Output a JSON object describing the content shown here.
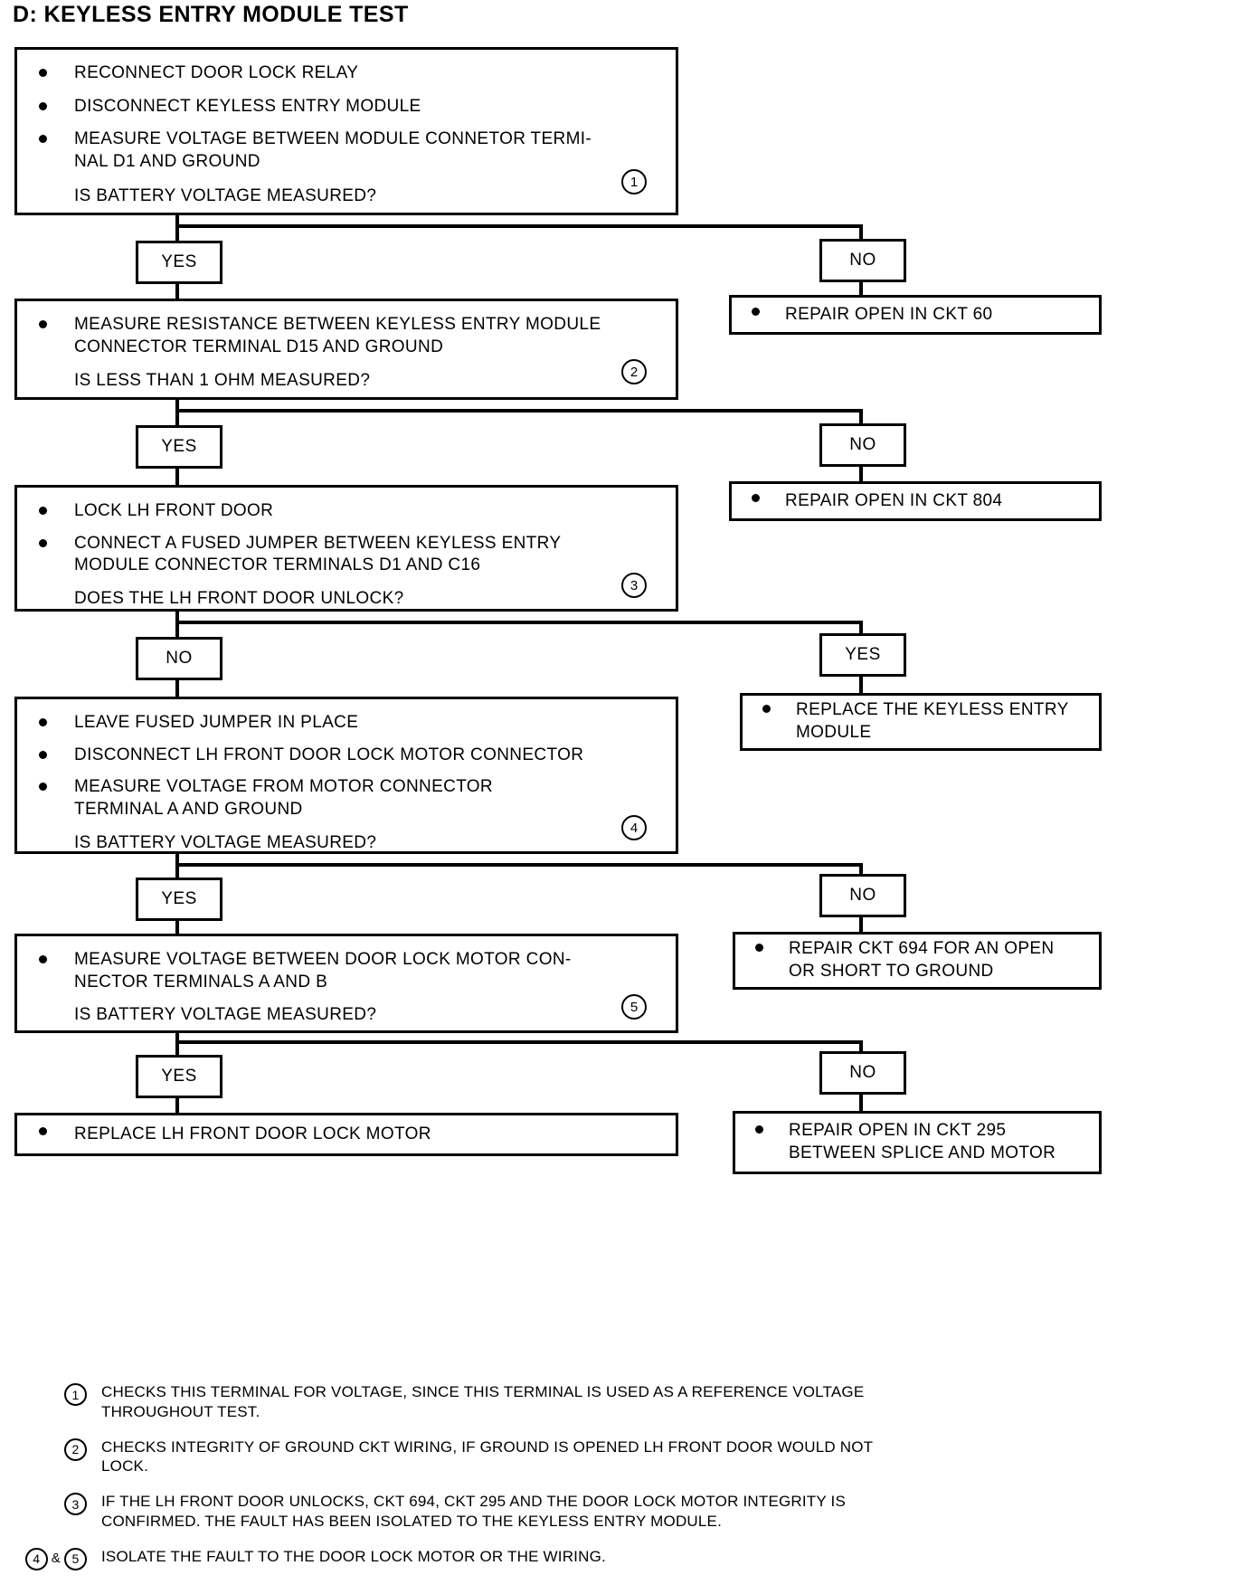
{
  "title": "D: KEYLESS ENTRY MODULE TEST",
  "steps": [
    {
      "id": "step-1",
      "bullets": [
        "RECONNECT DOOR LOCK RELAY",
        "DISCONNECT KEYLESS ENTRY MODULE",
        "MEASURE VOLTAGE BETWEEN MODULE CONNETOR TERMI-\nNAL D1 AND GROUND"
      ],
      "question": "IS BATTERY VOLTAGE MEASURED?",
      "ref": "1",
      "left_branch": "YES",
      "right_branch": "NO",
      "right_result": "REPAIR OPEN IN CKT 60"
    },
    {
      "id": "step-2",
      "bullets": [
        "MEASURE  RESISTANCE BETWEEN KEYLESS ENTRY MODULE\nCONNECTOR TERMINAL D15 AND GROUND"
      ],
      "question": "IS LESS THAN 1 OHM MEASURED?",
      "ref": "2",
      "left_branch": "YES",
      "right_branch": "NO",
      "right_result": "REPAIR OPEN IN CKT 804"
    },
    {
      "id": "step-3",
      "bullets": [
        "LOCK LH FRONT DOOR",
        "CONNECT A FUSED JUMPER BETWEEN KEYLESS ENTRY\nMODULE CONNECTOR TERMINALS D1 AND C16"
      ],
      "question": "DOES THE LH FRONT DOOR UNLOCK?",
      "ref": "3",
      "left_branch": "NO",
      "right_branch": "YES",
      "right_result": "REPLACE THE KEYLESS ENTRY\nMODULE"
    },
    {
      "id": "step-4",
      "bullets": [
        "LEAVE FUSED JUMPER IN PLACE",
        "DISCONNECT LH FRONT DOOR LOCK MOTOR CONNECTOR",
        "MEASURE VOLTAGE FROM MOTOR CONNECTOR\nTERMINAL A AND GROUND"
      ],
      "question": "IS BATTERY VOLTAGE MEASURED?",
      "ref": "4",
      "left_branch": "YES",
      "right_branch": "NO",
      "right_result": "REPAIR CKT 694 FOR AN OPEN\nOR SHORT TO GROUND"
    },
    {
      "id": "step-5",
      "bullets": [
        "MEASURE VOLTAGE BETWEEN DOOR LOCK MOTOR CON-\nNECTOR TERMINALS A AND B"
      ],
      "question": "IS BATTERY VOLTAGE MEASURED?",
      "ref": "5",
      "left_branch": "YES",
      "right_branch": "NO",
      "right_result": "REPAIR OPEN IN CKT 295\nBETWEEN SPLICE AND MOTOR"
    }
  ],
  "final_result": "REPLACE LH FRONT DOOR LOCK MOTOR",
  "footnotes": [
    {
      "marks": [
        "1"
      ],
      "amp": false,
      "text": "CHECKS THIS TERMINAL FOR VOLTAGE, SINCE THIS TERMINAL IS USED AS A REFERENCE VOLTAGE\nTHROUGHOUT TEST."
    },
    {
      "marks": [
        "2"
      ],
      "amp": false,
      "text": "CHECKS INTEGRITY OF GROUND CKT WIRING, IF GROUND IS OPENED LH FRONT DOOR WOULD NOT\nLOCK."
    },
    {
      "marks": [
        "3"
      ],
      "amp": false,
      "text": "IF THE LH FRONT DOOR UNLOCKS, CKT 694, CKT 295 AND THE DOOR LOCK MOTOR INTEGRITY IS\nCONFIRMED. THE FAULT HAS BEEN ISOLATED TO THE KEYLESS ENTRY MODULE."
    },
    {
      "marks": [
        "4",
        "5"
      ],
      "amp": true,
      "amp_label": "&",
      "text": "ISOLATE THE FAULT TO THE DOOR LOCK MOTOR OR THE WIRING."
    }
  ],
  "colors": {
    "ink": "#000000",
    "paper": "#ffffff"
  }
}
